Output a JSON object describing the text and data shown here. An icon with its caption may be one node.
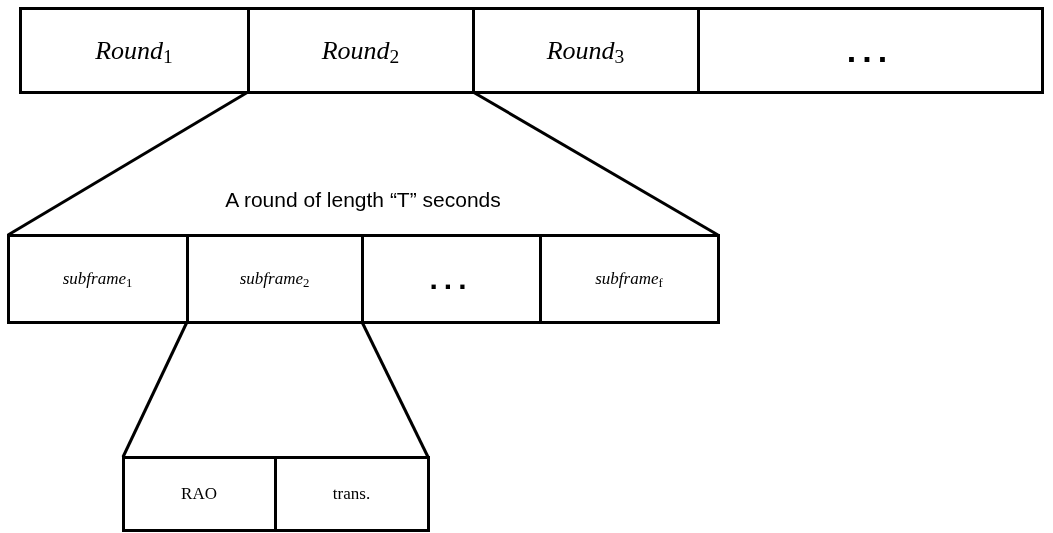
{
  "diagram": {
    "nodes": [
      {
        "text": [
          "*Round*$_{1}$"
        ]
      },
      {
        "text": [
          "*Round*$_{2}$"
        ]
      },
      {
        "text": [
          "*Round*$_{3}$"
        ]
      },
      {
        "text": [
          "..."
        ]
      },
      {
        "text": [
          "*subframe*$_{1}$"
        ]
      },
      {
        "text": [
          "*subframe*$_{2}$"
        ]
      },
      {
        "text": [
          "..."
        ]
      },
      {
        "text": [
          "*subframe*$_{f}$"
        ]
      },
      {
        "text": [
          "RAO"
        ]
      },
      {
        "text": [
          "trans."
        ]
      }
    ],
    "edges": [
      {
        "from": 1,
        "to": 4,
        "arrow": "none"
      },
      {
        "from": 1,
        "to": 7,
        "arrow": "none"
      },
      {
        "from": 5,
        "to": 8,
        "arrow": "none"
      },
      {
        "from": 5,
        "to": 9,
        "arrow": "none"
      }
    ],
    "labels": [
      "A round of length “T” seconds"
    ]
  }
}
